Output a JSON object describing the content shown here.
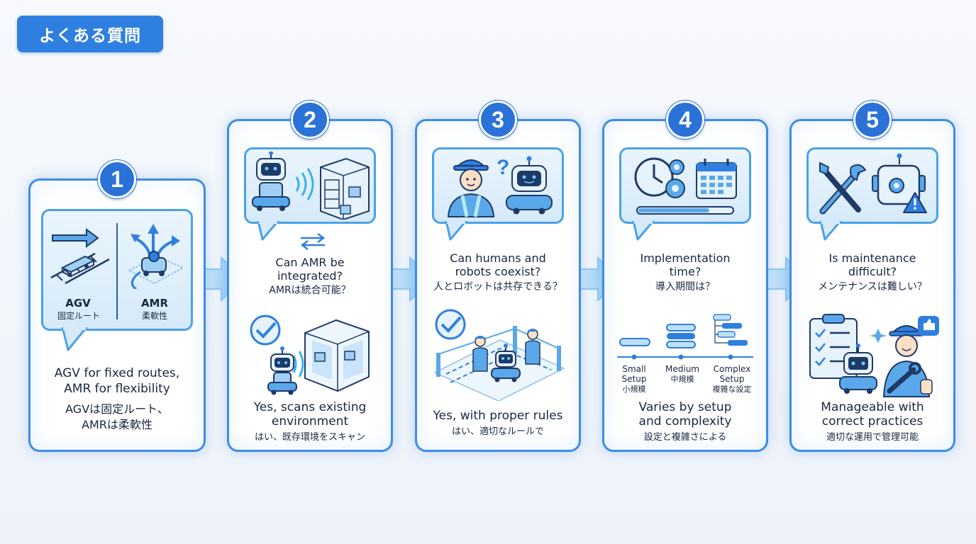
{
  "header": {
    "title": "よくある質問"
  },
  "cards": [
    {
      "number": "1",
      "left_label": "AGV",
      "left_sub": "固定ルート",
      "right_label": "AMR",
      "right_sub": "柔軟性",
      "answer_en": [
        "AGV for fixed routes,",
        "AMR for flexibility"
      ],
      "answer_ja": [
        "AGVは固定ルート、",
        "AMRは柔軟性"
      ]
    },
    {
      "number": "2",
      "question_en": [
        "Can AMR be",
        "integrated?"
      ],
      "question_ja": "AMRは統合可能？",
      "answer_en": [
        "Yes, scans existing",
        "environment"
      ],
      "answer_ja": "はい、既存環境をスキャン"
    },
    {
      "number": "3",
      "question_en": [
        "Can humans and",
        "robots coexist?"
      ],
      "question_ja": "人とロボットは共存できる？",
      "answer_en": [
        "Yes, with proper rules"
      ],
      "answer_ja": "はい、適切なルールで"
    },
    {
      "number": "4",
      "question_en": [
        "Implementation",
        "time?"
      ],
      "question_ja": "導入期間は？",
      "setups": [
        {
          "en": [
            "Small",
            "Setup"
          ],
          "ja": "小規模"
        },
        {
          "en": [
            "Medium"
          ],
          "ja": "中規模"
        },
        {
          "en": [
            "Complex",
            "Setup"
          ],
          "ja": "複雑な設定"
        }
      ],
      "answer_en": [
        "Varies by setup",
        "and complexity"
      ],
      "answer_ja": "設定と複雑さによる"
    },
    {
      "number": "5",
      "question_en": [
        "Is maintenance",
        "difficult?"
      ],
      "question_ja": "メンテナンスは難しい？",
      "answer_en": [
        "Manageable with",
        "correct practices"
      ],
      "answer_ja": "適切な運用で管理可能"
    }
  ],
  "colors": {
    "primary": "#2a72d8",
    "border": "#3d8ce6",
    "bubble": "#d6eafa",
    "icon_dark": "#1e3a66"
  }
}
